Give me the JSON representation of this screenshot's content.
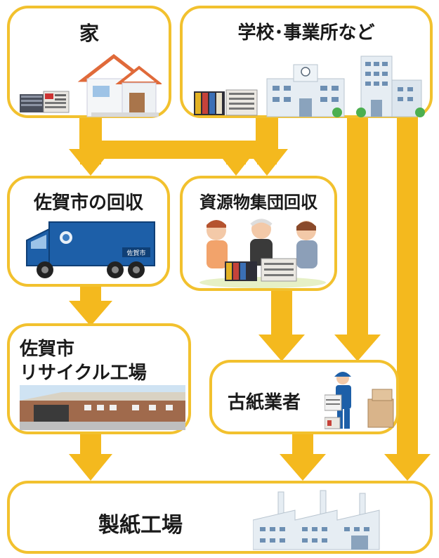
{
  "colors": {
    "arrow": "#f4b91e",
    "box_border": "#f2c12e",
    "truck": "#1d5fa8",
    "building": "#e6edf3"
  },
  "nodes": {
    "home": {
      "label": "家"
    },
    "schools": {
      "label": "学校･事業所など"
    },
    "city_collection": {
      "label": "佐賀市の回収"
    },
    "group_collection": {
      "label": "資源物集団回収"
    },
    "recycle_plant": {
      "line1": "佐賀市",
      "line2": "リサイクル工場"
    },
    "paper_dealer": {
      "label": "古紙業者"
    },
    "paper_mill": {
      "label": "製紙工場"
    }
  },
  "truck_side_text": "佐賀市",
  "icons": [
    "house-icon",
    "newspaper-bundle-icon",
    "school-building-icon",
    "office-building-icon",
    "garbage-truck-icon",
    "people-icon",
    "worker-icon",
    "factory-icon"
  ]
}
